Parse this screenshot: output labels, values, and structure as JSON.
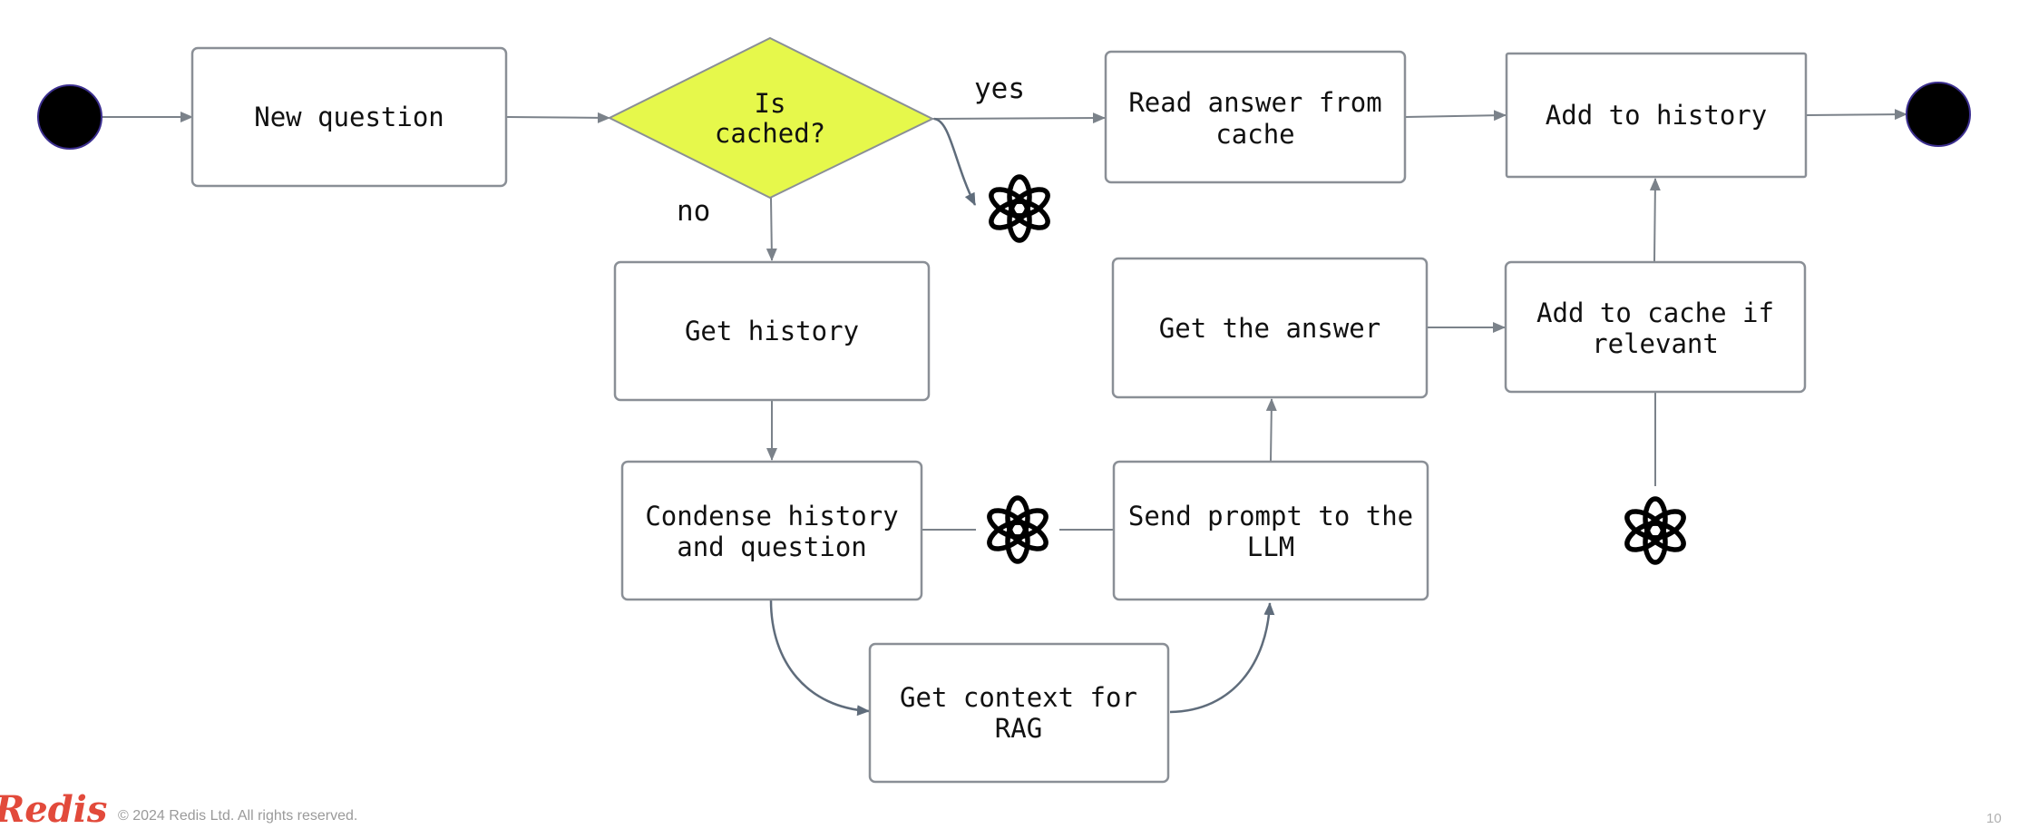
{
  "colors": {
    "box_stroke": "#8a8f96",
    "arrow": "#7b828a",
    "decision_fill": "#e6f84b",
    "terminal_fill": "#000000",
    "terminal_stroke": "#3c2f8f",
    "brand": "#e24a3b"
  },
  "nodes": {
    "start": {
      "type": "start"
    },
    "new_question": {
      "lines": [
        "New question"
      ]
    },
    "is_cached": {
      "lines": [
        "Is",
        "cached?"
      ]
    },
    "read_cache": {
      "lines": [
        "Read answer from",
        "cache"
      ]
    },
    "add_history": {
      "lines": [
        "Add to history"
      ]
    },
    "end": {
      "type": "end"
    },
    "get_history": {
      "lines": [
        "Get history"
      ]
    },
    "condense": {
      "lines": [
        "Condense history",
        "and question"
      ]
    },
    "get_answer": {
      "lines": [
        "Get the answer"
      ]
    },
    "add_cache": {
      "lines": [
        "Add to cache if",
        "relevant"
      ]
    },
    "send_prompt": {
      "lines": [
        "Send prompt to the",
        "LLM"
      ]
    },
    "get_context": {
      "lines": [
        "Get context for",
        "RAG"
      ]
    }
  },
  "edge_labels": {
    "yes": "yes",
    "no": "no"
  },
  "icons": [
    "openai-icon",
    "openai-icon",
    "openai-icon",
    "openai-icon"
  ],
  "footer": {
    "logo": "Redis",
    "copyright": "© 2024 Redis Ltd. All rights reserved.",
    "page_number": "10"
  }
}
